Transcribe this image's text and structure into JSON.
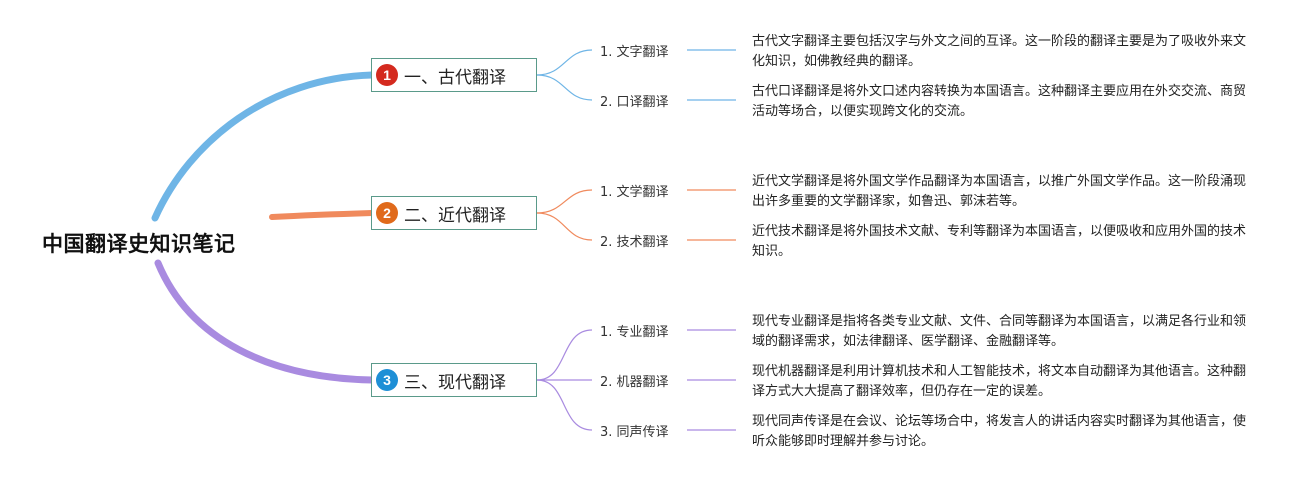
{
  "root": {
    "title": "中国翻译史知识笔记"
  },
  "topics": [
    {
      "number": "1",
      "label": "一、古代翻译",
      "color": "#6fb5e6",
      "badge_color": "#d42a1f",
      "subs": [
        {
          "label": "1. 文字翻译",
          "desc": "古代文字翻译主要包括汉字与外文之间的互译。这一阶段的翻译主要是为了吸收外来文化知识，如佛教经典的翻译。"
        },
        {
          "label": "2. 口译翻译",
          "desc": "古代口译翻译是将外文口述内容转换为本国语言。这种翻译主要应用在外交交流、商贸活动等场合，以便实现跨文化的交流。"
        }
      ]
    },
    {
      "number": "2",
      "label": "二、近代翻译",
      "color": "#f08a5d",
      "badge_color": "#e06a1b",
      "subs": [
        {
          "label": "1. 文学翻译",
          "desc": "近代文学翻译是将外国文学作品翻译为本国语言，以推广外国文学作品。这一阶段涌现出许多重要的文学翻译家，如鲁迅、郭沫若等。"
        },
        {
          "label": "2. 技术翻译",
          "desc": "近代技术翻译是将外国技术文献、专利等翻译为本国语言，以便吸收和应用外国的技术知识。"
        }
      ]
    },
    {
      "number": "3",
      "label": "三、现代翻译",
      "color": "#a98be0",
      "badge_color": "#1e8fd6",
      "subs": [
        {
          "label": "1. 专业翻译",
          "desc": "现代专业翻译是指将各类专业文献、文件、合同等翻译为本国语言，以满足各行业和领域的翻译需求，如法律翻译、医学翻译、金融翻译等。"
        },
        {
          "label": "2. 机器翻译",
          "desc": "现代机器翻译是利用计算机技术和人工智能技术，将文本自动翻译为其他语言。这种翻译方式大大提高了翻译效率，但仍存在一定的误差。"
        },
        {
          "label": "3. 同声传译",
          "desc": "现代同声传译是在会议、论坛等场合中，将发言人的讲话内容实时翻译为其他语言，使听众能够即时理解并参与讨论。"
        }
      ]
    }
  ]
}
